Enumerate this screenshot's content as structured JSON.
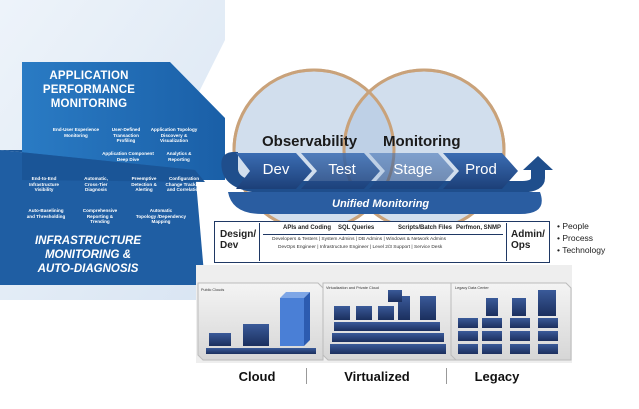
{
  "apm": {
    "title_lines": [
      "APPLICATION",
      "PERFORMANCE",
      "MONITORING"
    ],
    "features": [
      [
        "End-User Experience",
        "Monitoring"
      ],
      [
        "User-Defined",
        "Transaction",
        "Profiling"
      ],
      [
        "Application Topology",
        "Discovery &",
        "Visualization"
      ],
      [
        "Application Component",
        "Deep Dive"
      ],
      [
        "Analytics &",
        "Reporting"
      ]
    ]
  },
  "infra": {
    "title_lines": [
      "INFRASTRUCTURE",
      "MONITORING &",
      "AUTO-DIAGNOSIS"
    ],
    "features": [
      [
        "End-to-End",
        "Infrastructure",
        "Visibility"
      ],
      [
        "Automatic,",
        "Cross-Tier",
        "Diagnosis"
      ],
      [
        "Preemptive",
        "Detection &",
        "Alerting"
      ],
      [
        "Configuration",
        "Change Tracking",
        "and Correlation"
      ],
      [
        "Auto-Baselining",
        "and Thresholding"
      ],
      [
        "Comprehensive",
        "Reporting &",
        "Trending"
      ],
      [
        "Automatic",
        "Topology /Dependency",
        "Mapping"
      ]
    ]
  },
  "venn": {
    "left_label": "Observability",
    "right_label": "Monitoring"
  },
  "pipeline": {
    "stages": [
      "Dev",
      "Test",
      "Stage",
      "Prod"
    ],
    "loop_label": "Unified Monitoring"
  },
  "teams_bar": {
    "left_lines": [
      "Design/",
      "Dev"
    ],
    "right_lines": [
      "Admin/",
      "Ops"
    ],
    "columns": [
      "APIs and Coding",
      "SQL Queries",
      "Scripts/Batch Files",
      "Perfmon, SNMP"
    ],
    "roles_row1": "Developers & Testers   |   System Admins   |   DB Admins   |   Windows & Network Admins",
    "roles_row2": "DevOps Engineer   |   Infrastructure Engineer   |   Level 2/3 Support   |   Service Desk"
  },
  "bullets": [
    "People",
    "Process",
    "Technology"
  ],
  "environments": {
    "panels": [
      "Public Clouds",
      "Virtualization and Private Cloud",
      "Legacy Data Center"
    ],
    "labels": [
      "Cloud",
      "Virtualized",
      "Legacy"
    ]
  },
  "colors": {
    "apm_blue": "#1d6cb5",
    "stage_blue": "#1f4e8c",
    "venn_fill": "#c9d8ea",
    "venn_ring": "#c9a27a",
    "bar_navy": "#1f3864"
  }
}
